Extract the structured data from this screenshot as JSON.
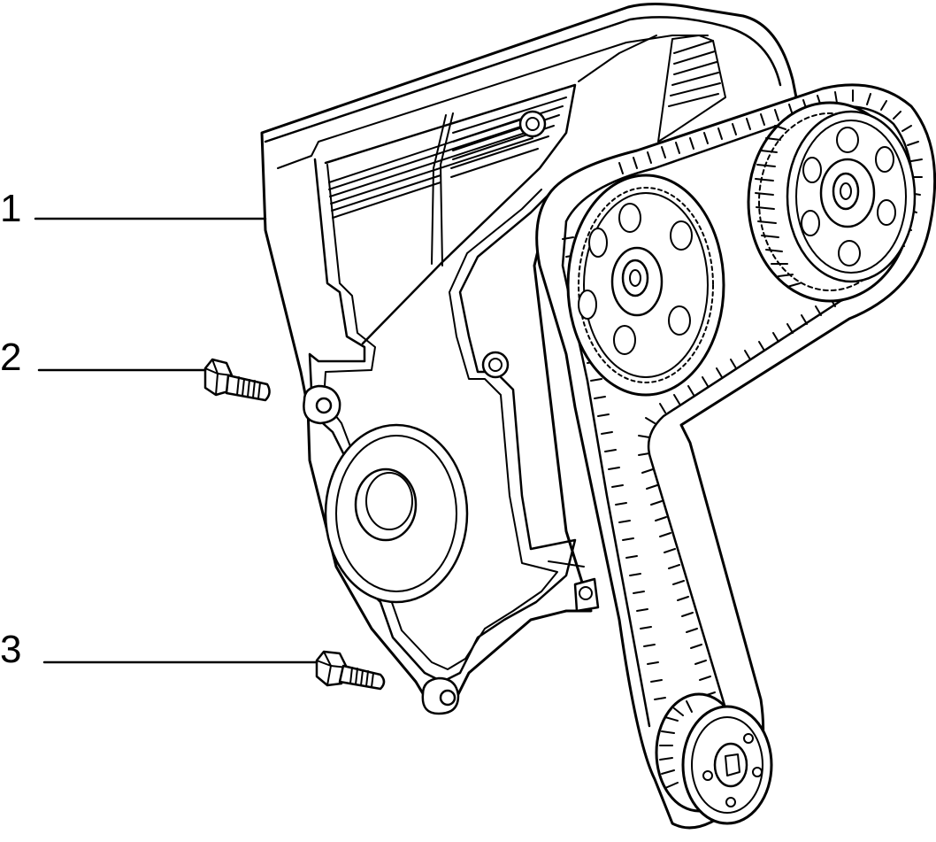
{
  "callouts": [
    {
      "label": "1",
      "part": "timing-belt-cover"
    },
    {
      "label": "2",
      "part": "upper-cover-bolt"
    },
    {
      "label": "3",
      "part": "lower-cover-bolt"
    }
  ],
  "colors": {
    "ink": "#000000",
    "paper": "#ffffff"
  },
  "icons": [
    "cover-shape",
    "cam-pulley-shape",
    "crank-pulley-shape",
    "belt-shape",
    "bolt-shape"
  ]
}
